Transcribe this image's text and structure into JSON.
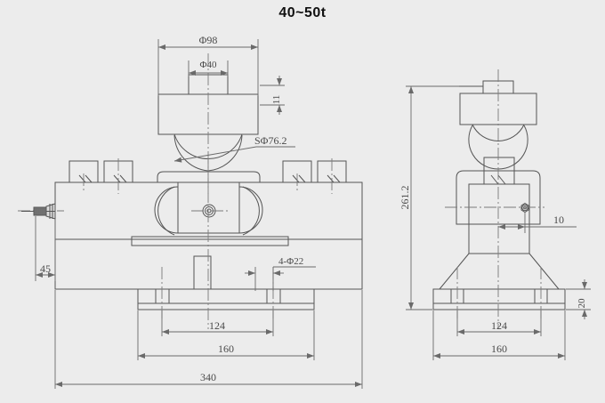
{
  "drawing": {
    "title": "40~50t",
    "type": "engineering-dimension-drawing",
    "subject": "double-ended shear beam load cell with rocker ball mount",
    "views": [
      {
        "name": "front-view",
        "position": "left"
      },
      {
        "name": "side-view",
        "position": "right"
      }
    ],
    "colors": {
      "background": "#ececec",
      "line": "#555555",
      "dim_line": "#6a6a6a",
      "text": "#4a4a4a",
      "title_text": "#111111"
    }
  },
  "front_view": {
    "dimensions": {
      "top_disc_diameter": "Φ98",
      "top_boss_diameter": "Φ40",
      "top_boss_height": "11",
      "ball_diameter": "SΦ76.2",
      "cable_offset": "45",
      "bolt_holes": "4-Φ22",
      "base_inner_width": "124",
      "base_outer_width": "160",
      "overall_width": "340"
    }
  },
  "side_view": {
    "dimensions": {
      "overall_height": "261.2",
      "screw_offset": "10",
      "base_plate_thickness": "20",
      "base_inner_width": "124",
      "base_outer_width": "160"
    }
  },
  "labels": {
    "phi98": "Φ98",
    "phi40": "Φ40",
    "h11": "11",
    "sphi762": "SΦ76.2",
    "d45": "45",
    "holes": "4-Φ22",
    "w124": "124",
    "w160": "160",
    "w340": "340",
    "h2612": "261.2",
    "d10": "10",
    "h20": "20",
    "w124b": "124",
    "w160b": "160"
  }
}
